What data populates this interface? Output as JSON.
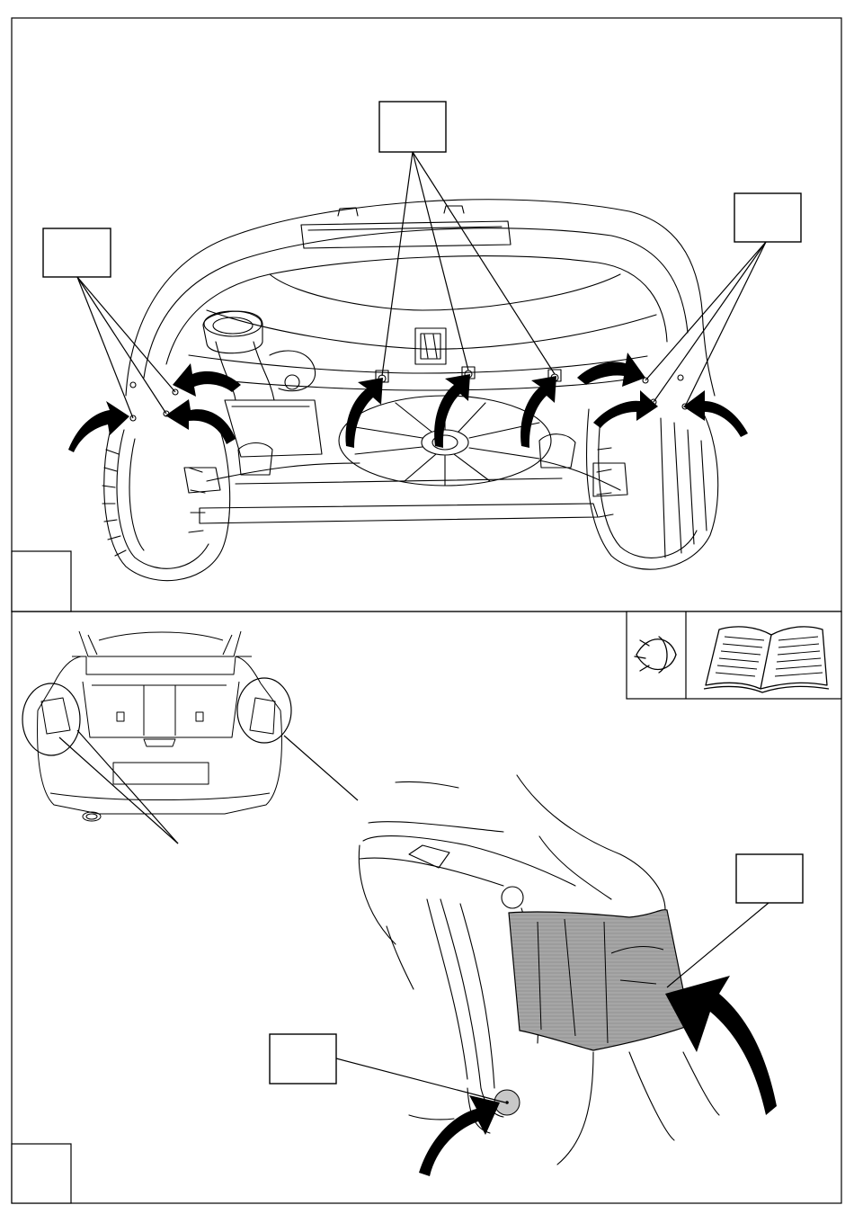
{
  "panels": [
    {
      "id": "panel-1",
      "view": "underbody-rear",
      "step_number": "",
      "callouts": [
        {
          "id": "left-rear-fasteners",
          "label": ""
        },
        {
          "id": "center-fasteners",
          "label": ""
        },
        {
          "id": "right-rear-fasteners",
          "label": ""
        }
      ]
    },
    {
      "id": "panel-2",
      "view": "rear-wheel-arch-detail",
      "step_number": "",
      "callouts": [
        {
          "id": "wheel-arch-liner",
          "label": ""
        },
        {
          "id": "plug-hole",
          "label": ""
        }
      ]
    }
  ],
  "icons": [
    "visual-inspection-icon",
    "manual-book-icon"
  ],
  "colors": {
    "line": "#000000",
    "fill_part": "#a6a6a6",
    "fill_plug": "#c8c8c8",
    "background": "#ffffff"
  }
}
